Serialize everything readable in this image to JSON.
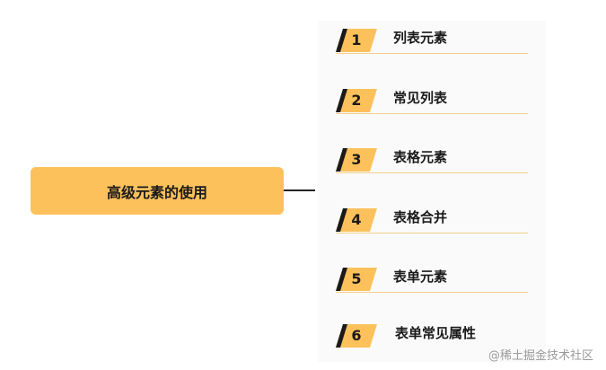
{
  "central_node": {
    "label": "高级元素的使用"
  },
  "items": [
    {
      "number": "1",
      "label": "列表元素"
    },
    {
      "number": "2",
      "label": "常见列表"
    },
    {
      "number": "3",
      "label": "表格元素"
    },
    {
      "number": "4",
      "label": "表格合并"
    },
    {
      "number": "5",
      "label": "表单元素"
    },
    {
      "number": "6",
      "label": "表单常见属性"
    }
  ],
  "watermark": "@稀土掘金技术社区",
  "colors": {
    "accent": "#fdc15b",
    "line": "#222222",
    "underline": "#f6cf8a"
  }
}
